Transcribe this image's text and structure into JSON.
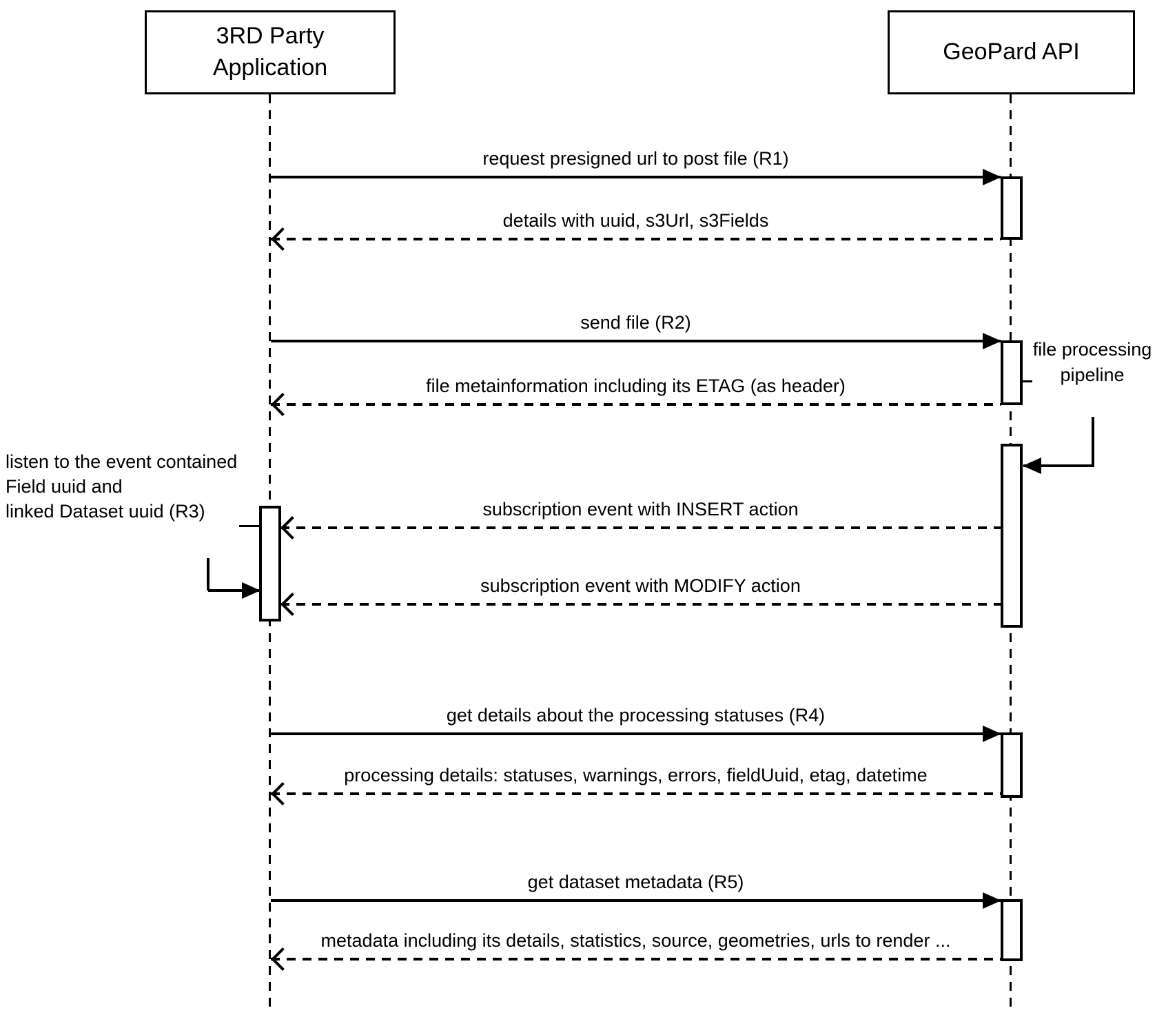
{
  "diagram": {
    "type": "uml-sequence",
    "colors": {
      "line": "#000000",
      "background": "#ffffff"
    },
    "actors": [
      {
        "label": "3RD Party Application"
      },
      {
        "label": "GeoPard API"
      }
    ],
    "messages": [
      {
        "label": "request presigned url to post file (R1)",
        "style": "solid",
        "direction": "left-to-right"
      },
      {
        "label": "details with uuid, s3Url, s3Fields",
        "style": "dashed",
        "direction": "right-to-left"
      },
      {
        "label": "send file (R2)",
        "style": "solid",
        "direction": "left-to-right"
      },
      {
        "label": "file metainformation including its ETAG (as header)",
        "style": "dashed",
        "direction": "right-to-left"
      },
      {
        "label": "subscription event with INSERT action",
        "style": "dashed",
        "direction": "right-to-left"
      },
      {
        "label": "subscription event with MODIFY action",
        "style": "dashed",
        "direction": "right-to-left"
      },
      {
        "label": "get details about the processing statuses (R4)",
        "style": "solid",
        "direction": "left-to-right"
      },
      {
        "label": "processing details: statuses, warnings, errors, fieldUuid, etag, datetime",
        "style": "dashed",
        "direction": "right-to-left"
      },
      {
        "label": "get dataset metadata (R5)",
        "style": "solid",
        "direction": "left-to-right"
      },
      {
        "label": "metadata including its details, statistics, source, geometries, urls to render ...",
        "style": "dashed",
        "direction": "right-to-left"
      }
    ],
    "notes": {
      "listen_note": {
        "lines": [
          "listen to the event contained",
          "Field uuid and",
          "linked Dataset uuid (R3)"
        ]
      },
      "pipeline_note": {
        "label": "file processing pipeline"
      }
    }
  }
}
